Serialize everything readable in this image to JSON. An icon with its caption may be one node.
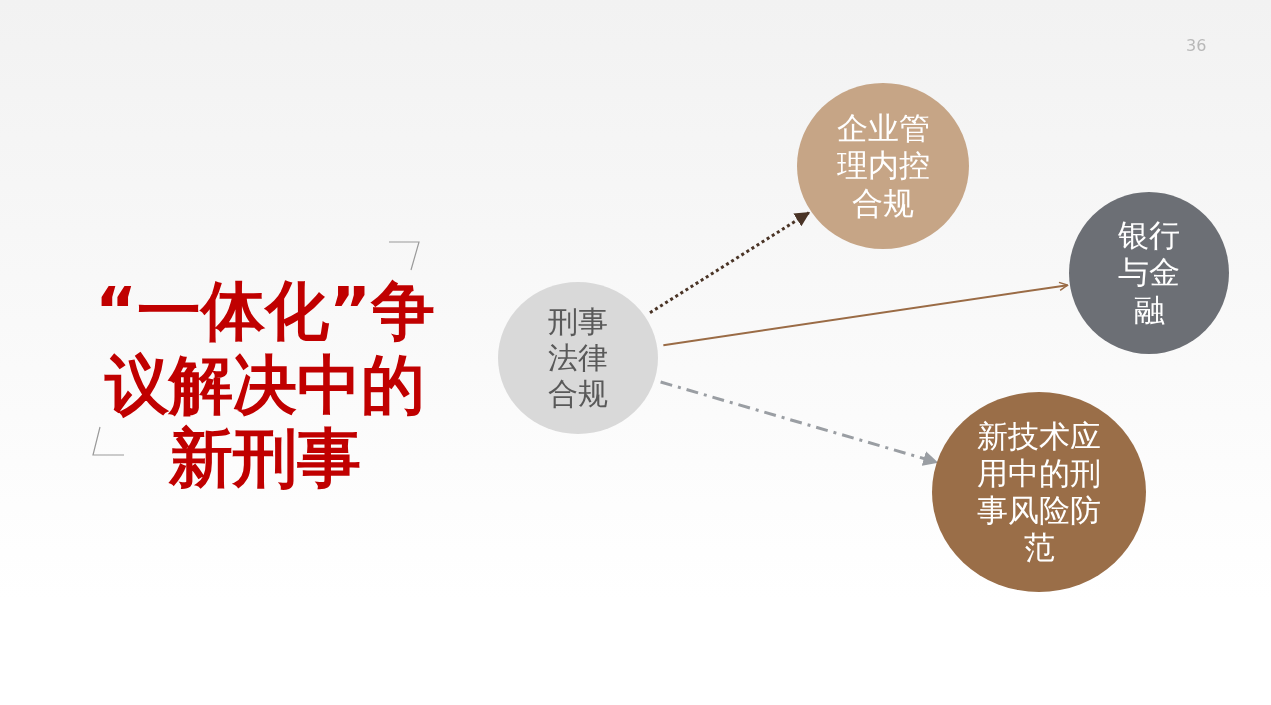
{
  "diagram": {
    "title": "“一体化”争议解决中的新刑事",
    "nodes": [
      {
        "text": [
          "刑事法律合规"
        ]
      },
      {
        "text": [
          "企业管理内控合规"
        ]
      },
      {
        "text": [
          "银行与金融"
        ]
      },
      {
        "text": [
          "新技术应用中的刑事风险防范"
        ]
      }
    ],
    "edges": [
      {
        "from": 0,
        "to": 1,
        "arrow": "to",
        "style": "dashed",
        "color": "#4a3426"
      },
      {
        "from": 0,
        "to": 2,
        "arrow": "to",
        "color": "#9a6b45"
      },
      {
        "from": 0,
        "to": 3,
        "arrow": "to",
        "style": "dashed",
        "color": "#9a9ea3"
      }
    ],
    "labels": [
      "36"
    ]
  }
}
